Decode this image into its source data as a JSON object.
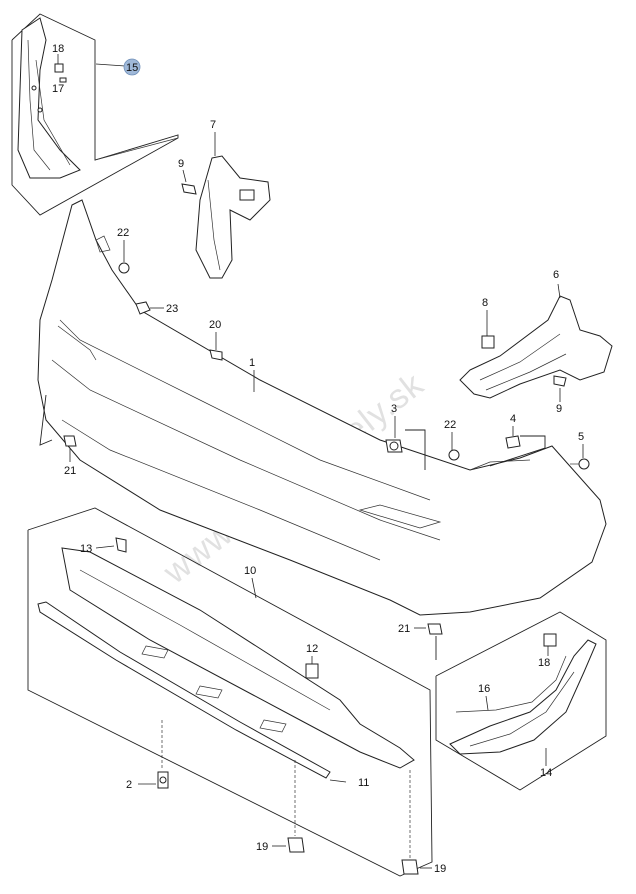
{
  "watermark": "www.suzuki-diely.sk",
  "highlight_color": "#9fb8d8",
  "callouts": {
    "c1": "1",
    "c2": "2",
    "c3": "3",
    "c4": "4",
    "c5": "5",
    "c6": "6",
    "c7": "7",
    "c8a": "8",
    "c9a": "9",
    "c9b": "9",
    "c10": "10",
    "c11": "11",
    "c12": "12",
    "c13": "13",
    "c14": "14",
    "c15": "15",
    "c16": "16",
    "c17": "17",
    "c18a": "18",
    "c18b": "18",
    "c19a": "19",
    "c19b": "19",
    "c20": "20",
    "c21a": "21",
    "c21b": "21",
    "c22a": "22",
    "c22b": "22",
    "c23": "23"
  }
}
